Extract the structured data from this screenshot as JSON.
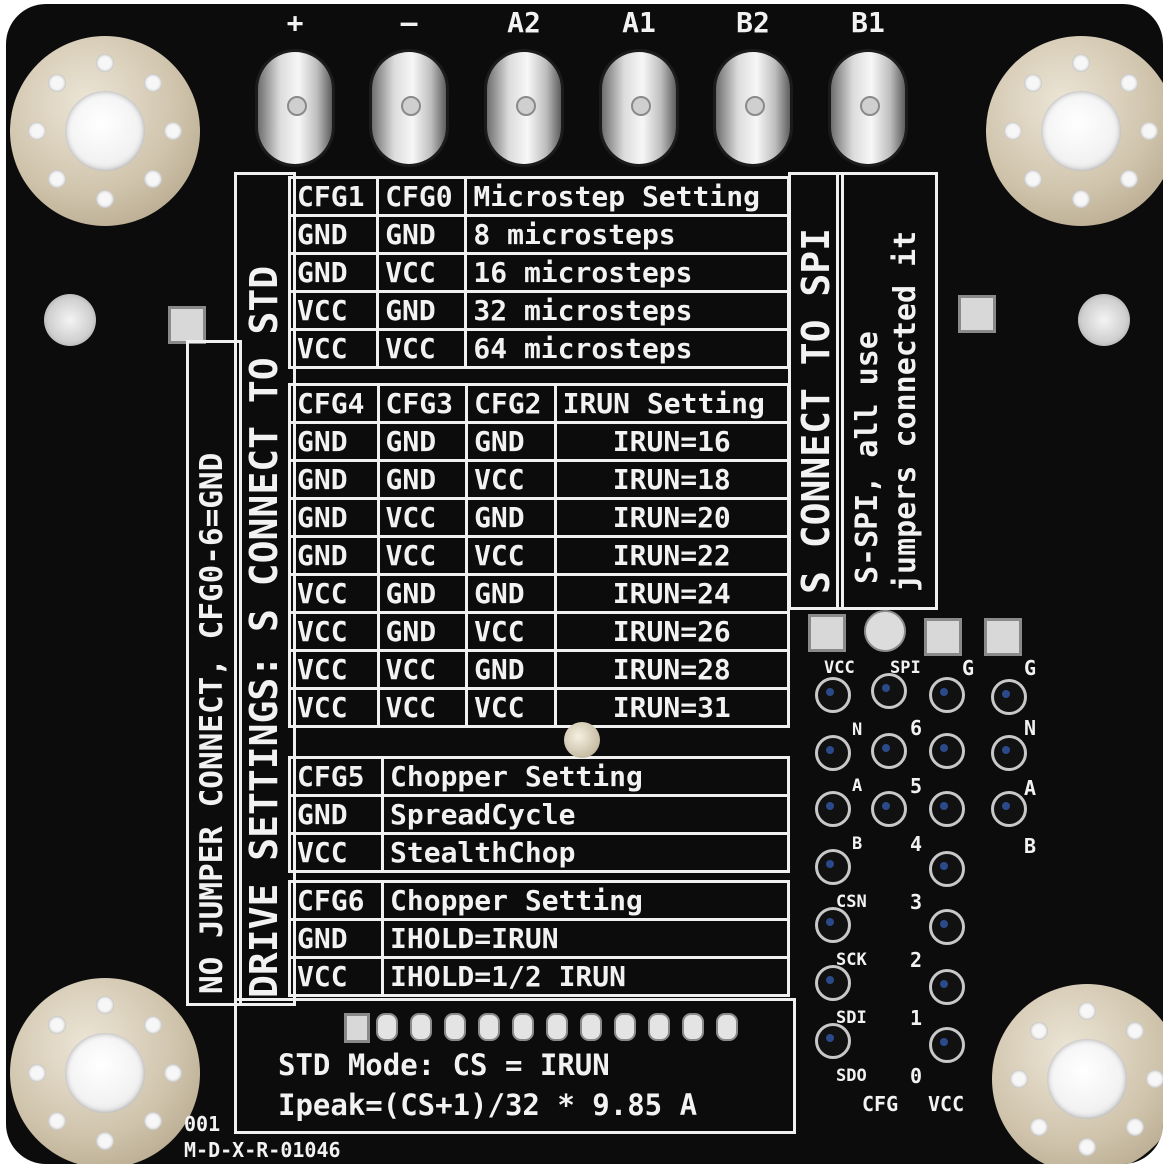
{
  "terminals": [
    "+",
    "—",
    "A2",
    "A1",
    "B2",
    "B1"
  ],
  "left_vertical": {
    "line1": "NO JUMPER CONNECT, CFG0-6=GND",
    "line2": "DRIVE SETTINGS: S CONNECT TO STD"
  },
  "right_vertical": {
    "line1": "S CONNECT TO SPI",
    "line2": "S-SPI, all use",
    "line3": "jumpers connected it"
  },
  "microstep_table": {
    "header": [
      "CFG1",
      "CFG0",
      "Microstep Setting"
    ],
    "rows": [
      [
        "GND",
        "GND",
        "8 microsteps"
      ],
      [
        "GND",
        "VCC",
        "16 microsteps"
      ],
      [
        "VCC",
        "GND",
        "32 microsteps"
      ],
      [
        "VCC",
        "VCC",
        "64 microsteps"
      ]
    ]
  },
  "irun_table": {
    "header": [
      "CFG4",
      "CFG3",
      "CFG2",
      "IRUN Setting"
    ],
    "rows": [
      [
        "GND",
        "GND",
        "GND",
        "IRUN=16"
      ],
      [
        "GND",
        "GND",
        "VCC",
        "IRUN=18"
      ],
      [
        "GND",
        "VCC",
        "GND",
        "IRUN=20"
      ],
      [
        "GND",
        "VCC",
        "VCC",
        "IRUN=22"
      ],
      [
        "VCC",
        "GND",
        "GND",
        "IRUN=24"
      ],
      [
        "VCC",
        "GND",
        "VCC",
        "IRUN=26"
      ],
      [
        "VCC",
        "VCC",
        "GND",
        "IRUN=28"
      ],
      [
        "VCC",
        "VCC",
        "VCC",
        "IRUN=31"
      ]
    ]
  },
  "chopper_table": {
    "header": [
      "CFG5",
      "Chopper Setting"
    ],
    "rows": [
      [
        "GND",
        "SpreadCycle"
      ],
      [
        "VCC",
        "StealthChop"
      ]
    ]
  },
  "ihold_table": {
    "header": [
      "CFG6",
      "Chopper Setting"
    ],
    "rows": [
      [
        "GND",
        "IHOLD=IRUN"
      ],
      [
        "VCC",
        "IHOLD=1/2 IRUN"
      ]
    ]
  },
  "formula": {
    "line1": "STD Mode: CS = IRUN",
    "line2": "Ipeak=(CS+1)/32 * 9.85 A"
  },
  "pin_header": {
    "top_labels": [
      "VCC",
      "SPI",
      "G",
      "G"
    ],
    "left_labels": [
      "N",
      "A",
      "B",
      "CSN",
      "SCK",
      "SDI",
      "SDO"
    ],
    "num_labels": [
      "6",
      "5",
      "4",
      "3",
      "2",
      "1",
      "0"
    ],
    "right_labels": [
      "N",
      "A",
      "B"
    ],
    "bottom_labels": [
      "CFG",
      "VCC"
    ]
  },
  "part_code": {
    "line1": "001",
    "line2": "M-D-X-R-01046"
  }
}
